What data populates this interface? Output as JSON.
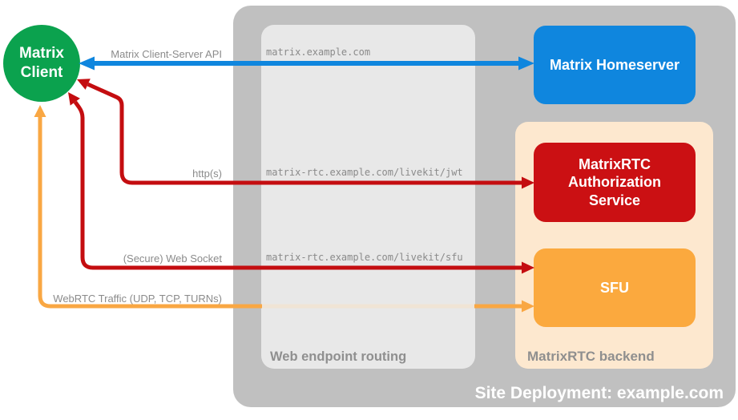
{
  "diagram": {
    "client": {
      "line1": "Matrix",
      "line2": "Client"
    },
    "nodes": {
      "homeserver_label": "Matrix Homeserver",
      "auth_label": "MatrixRTC Authorization Service",
      "sfu_label": "SFU"
    },
    "containers": {
      "routing_label": "Web endpoint routing",
      "backend_label": "MatrixRTC backend",
      "site_label": "Site Deployment: example.com"
    },
    "connections": {
      "cs_api": {
        "label": "Matrix Client-Server API",
        "endpoint": "matrix.example.com"
      },
      "http": {
        "label": "http(s)",
        "endpoint": "matrix-rtc.example.com/livekit/jwt"
      },
      "websocket": {
        "label": "(Secure) Web Socket",
        "endpoint": "matrix-rtc.example.com/livekit/sfu"
      },
      "webrtc": {
        "label": "WebRTC Traffic (UDP, TCP, TURNs)"
      }
    },
    "colors": {
      "client_green": "#0ba24e",
      "homeserver_blue": "#0f86de",
      "auth_red": "#cb1013",
      "arrow_red": "#c40d10",
      "sfu_orange": "#fba93e",
      "arrow_orange": "#f9a743",
      "backend_peach": "#fde8cf",
      "outer_gray": "#c0c0c0",
      "inner_gray": "#eeeeee",
      "label_gray": "#8b8b8b"
    }
  }
}
